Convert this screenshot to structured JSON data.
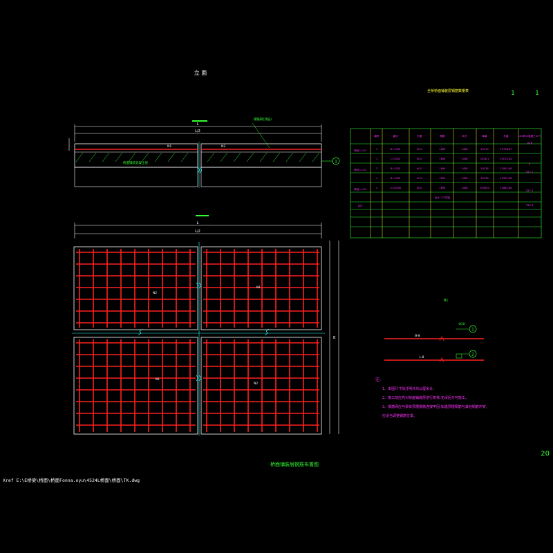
{
  "colors": {
    "background": "#000000",
    "outline": "#ffffff",
    "rebar": "#ff2020",
    "joint": "#33ffff",
    "text_yellow": "#ffff33",
    "text_green": "#33ff33",
    "text_magenta": "#ff33ff",
    "table_green": "#33ff33",
    "table_yellow": "#ffff33"
  },
  "elevation": {
    "title": "立 面",
    "length_label": "L",
    "length_sub": "L/2",
    "rebar_note": "钢筋网(顶层)",
    "concrete_note": "桥面铺装混凝土层",
    "mark_left": "N1",
    "mark_right": "N2",
    "callout": "1"
  },
  "plan": {
    "dim_top": "L",
    "dim_sub": "L/2",
    "dim_side": "B",
    "marks": [
      "N2",
      "N1",
      "N1",
      "N2"
    ]
  },
  "table": {
    "title": "全桥桥面铺装层钢筋数量表",
    "page_marks": [
      "1",
      "1"
    ],
    "headers": [
      "编号",
      "直径",
      "长度",
      "根数",
      "共长",
      "单重",
      "总重",
      "C40防水混凝土(m³)"
    ],
    "rows": [
      [
        "",
        "1",
        "B=1032",
        "Φ10",
        "1694",
        "1458",
        "22319",
        "13708.87"
      ],
      [
        "",
        "1",
        "L=1032",
        "Φ10",
        "1694",
        "1458",
        "1928.1",
        "1370.1.81"
      ],
      [
        "",
        "2",
        "B=1032",
        "Φ10",
        "1694",
        "1458",
        "19128",
        "13901.88"
      ],
      [
        "",
        "1",
        "B=1032",
        "Φ10",
        "1694",
        "1458",
        "19128",
        "13901.88"
      ],
      [
        "",
        "2",
        "L=12000",
        "Φ10",
        "1694",
        "1458",
        "191654",
        "11681.88"
      ],
      [
        "",
        "",
        "",
        "",
        "合计: 2个项目",
        "",
        "",
        ""
      ]
    ],
    "row_groups": [
      "跨径 L=20",
      "跨径 L=25",
      "跨径 L=30",
      "合计"
    ],
    "concrete_values": [
      "18.6",
      "0",
      "327.1",
      "327.1",
      "335.3"
    ]
  },
  "detail": {
    "title": "N1",
    "bar1_label": "B-8",
    "bar1_end": "Φ10",
    "bar1_mark": "1",
    "bar2_label": "L-8",
    "bar2_mark": "2"
  },
  "notes": {
    "heading": "注:",
    "items": [
      "1、本图尺寸除注明外均以厘米计。",
      "2、施工前应先对桥面铺装层进行复核,无误后方可施工。",
      "3、钢筋网应与梁体预埋钢筋连接牢固,如遇预埋钢筋与其他钢筋冲突,",
      "   应适当调整钢筋位置。"
    ]
  },
  "drawing_title": "桥面铺装层钢筋布置图",
  "page_number": "20",
  "xref_path": "Xref E:\\E桥梁\\桥面\\桥面Fonna.oyu\\4524L桥面\\桥面\\TK.dwg"
}
